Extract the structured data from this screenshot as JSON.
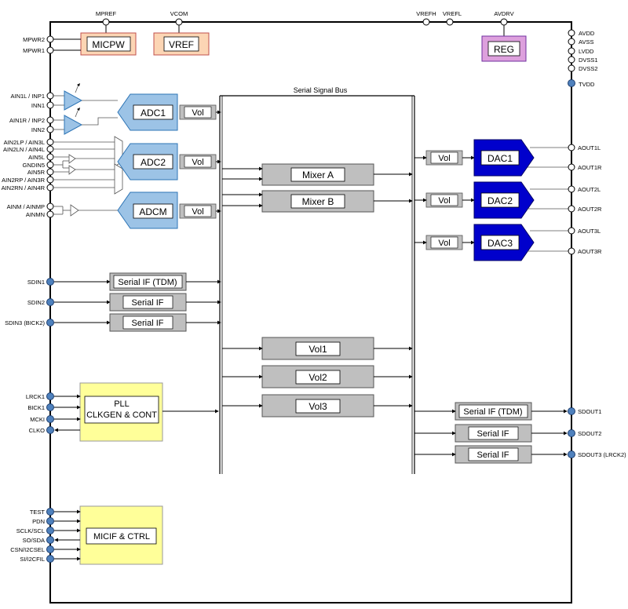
{
  "bus_title": "Serial Signal Bus",
  "pins": {
    "top": {
      "mpref": "MPREF",
      "vcom": "VCOM",
      "vrefh": "VREFH",
      "vrefl": "VREFL",
      "avdrv": "AVDRV"
    },
    "left_top": {
      "mpwr2": "MPWR2",
      "mpwr1": "MPWR1"
    },
    "left_analog": {
      "ain1l": "AIN1L / INP1",
      "inn1": "INN1",
      "ain1r": "AIN1R / INP2",
      "inn2": "INN2",
      "ain2lp": "AIN2LP / AIN3L",
      "ain2ln": "AIN2LN / AIN4L",
      "ain5l": "AIN5L",
      "gndin5": "GNDIN5",
      "ain5r": "AIN5R",
      "ain2rp": "AIN2RP / AIN3R",
      "ain2rn": "AIN2RN / AIN4R",
      "ainm": "AINM / AINMP",
      "ainmn": "AINMN"
    },
    "left_sdin": {
      "sdin1": "SDIN1",
      "sdin2": "SDIN2",
      "sdin3": "SDIN3 (BICK2)"
    },
    "left_clk": {
      "lrck1": "LRCK1",
      "bick1": "BICK1",
      "mcki": "MCKI",
      "clko": "CLKO"
    },
    "left_ctrl": {
      "test": "TEST",
      "pdn": "PDN",
      "sclk": "SCLK/SCL",
      "sosda": "SO/SDA",
      "csn": "CSN/I2CSEL",
      "si": "SI/I2CFIL"
    },
    "right_power": {
      "avdd": "AVDD",
      "avss": "AVSS",
      "lvdd": "LVDD",
      "dvss1": "DVSS1",
      "dvss2": "DVSS2",
      "tvdd": "TVDD"
    },
    "right_aout": {
      "aout1l": "AOUT1L",
      "aout1r": "AOUT1R",
      "aout2l": "AOUT2L",
      "aout2r": "AOUT2R",
      "aout3l": "AOUT3L",
      "aout3r": "AOUT3R"
    },
    "right_sdout": {
      "sdout1": "SDOUT1",
      "sdout2": "SDOUT2",
      "sdout3": "SDOUT3 (LRCK2)"
    }
  },
  "blocks": {
    "micpw": "MICPW",
    "vref": "VREF",
    "reg": "REG",
    "adc1": "ADC1",
    "adc2": "ADC2",
    "adcm": "ADCM",
    "vol": "Vol",
    "mixer_a": "Mixer  A",
    "mixer_b": "Mixer  B",
    "dac1": "DAC1",
    "dac2": "DAC2",
    "dac3": "DAC3",
    "serial_if_tdm": "Serial IF (TDM)",
    "serial_if": "Serial IF",
    "vol1": "Vol1",
    "vol2": "Vol2",
    "vol3": "Vol3",
    "pll_line1": "PLL",
    "pll_line2": "CLKGEN & CONT",
    "micif": "MICIF & CTRL"
  },
  "colors": {
    "orange": "#fcd5b4",
    "orange_border": "#c0504d",
    "purple": "#dda0dd",
    "purple_border": "#7030a0",
    "light_blue": "#9cc3e6",
    "light_blue_border": "#2e75b6",
    "dark_blue": "#0000cc",
    "gray": "#bfbfbf",
    "yellow": "#ffff99",
    "pin_blue": "#4f81bd"
  }
}
